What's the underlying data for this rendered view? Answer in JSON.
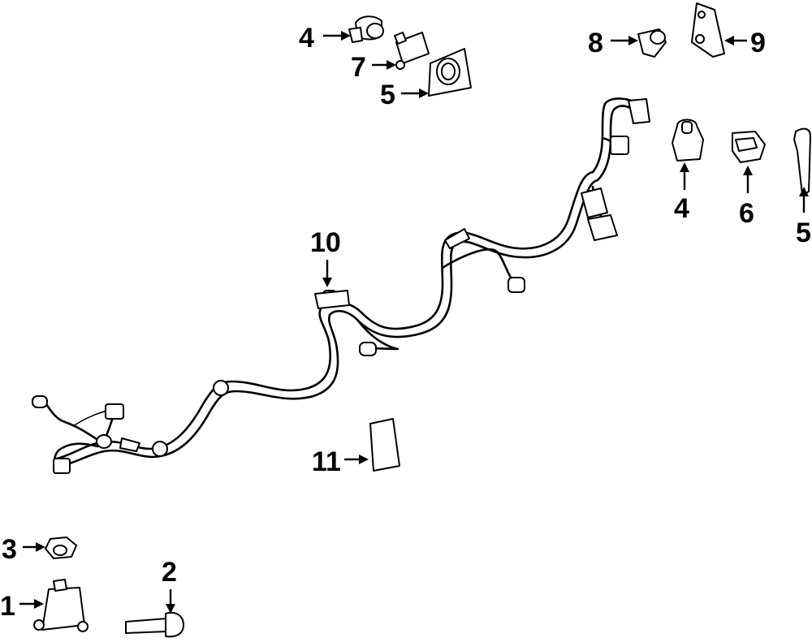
{
  "callouts": {
    "c1": "1",
    "c2": "2",
    "c3": "3",
    "c4_top": "4",
    "c4_right": "4",
    "c5_top": "5",
    "c5_right": "5",
    "c6": "6",
    "c7": "7",
    "c8": "8",
    "c9": "9",
    "c10": "10",
    "c11": "11"
  }
}
